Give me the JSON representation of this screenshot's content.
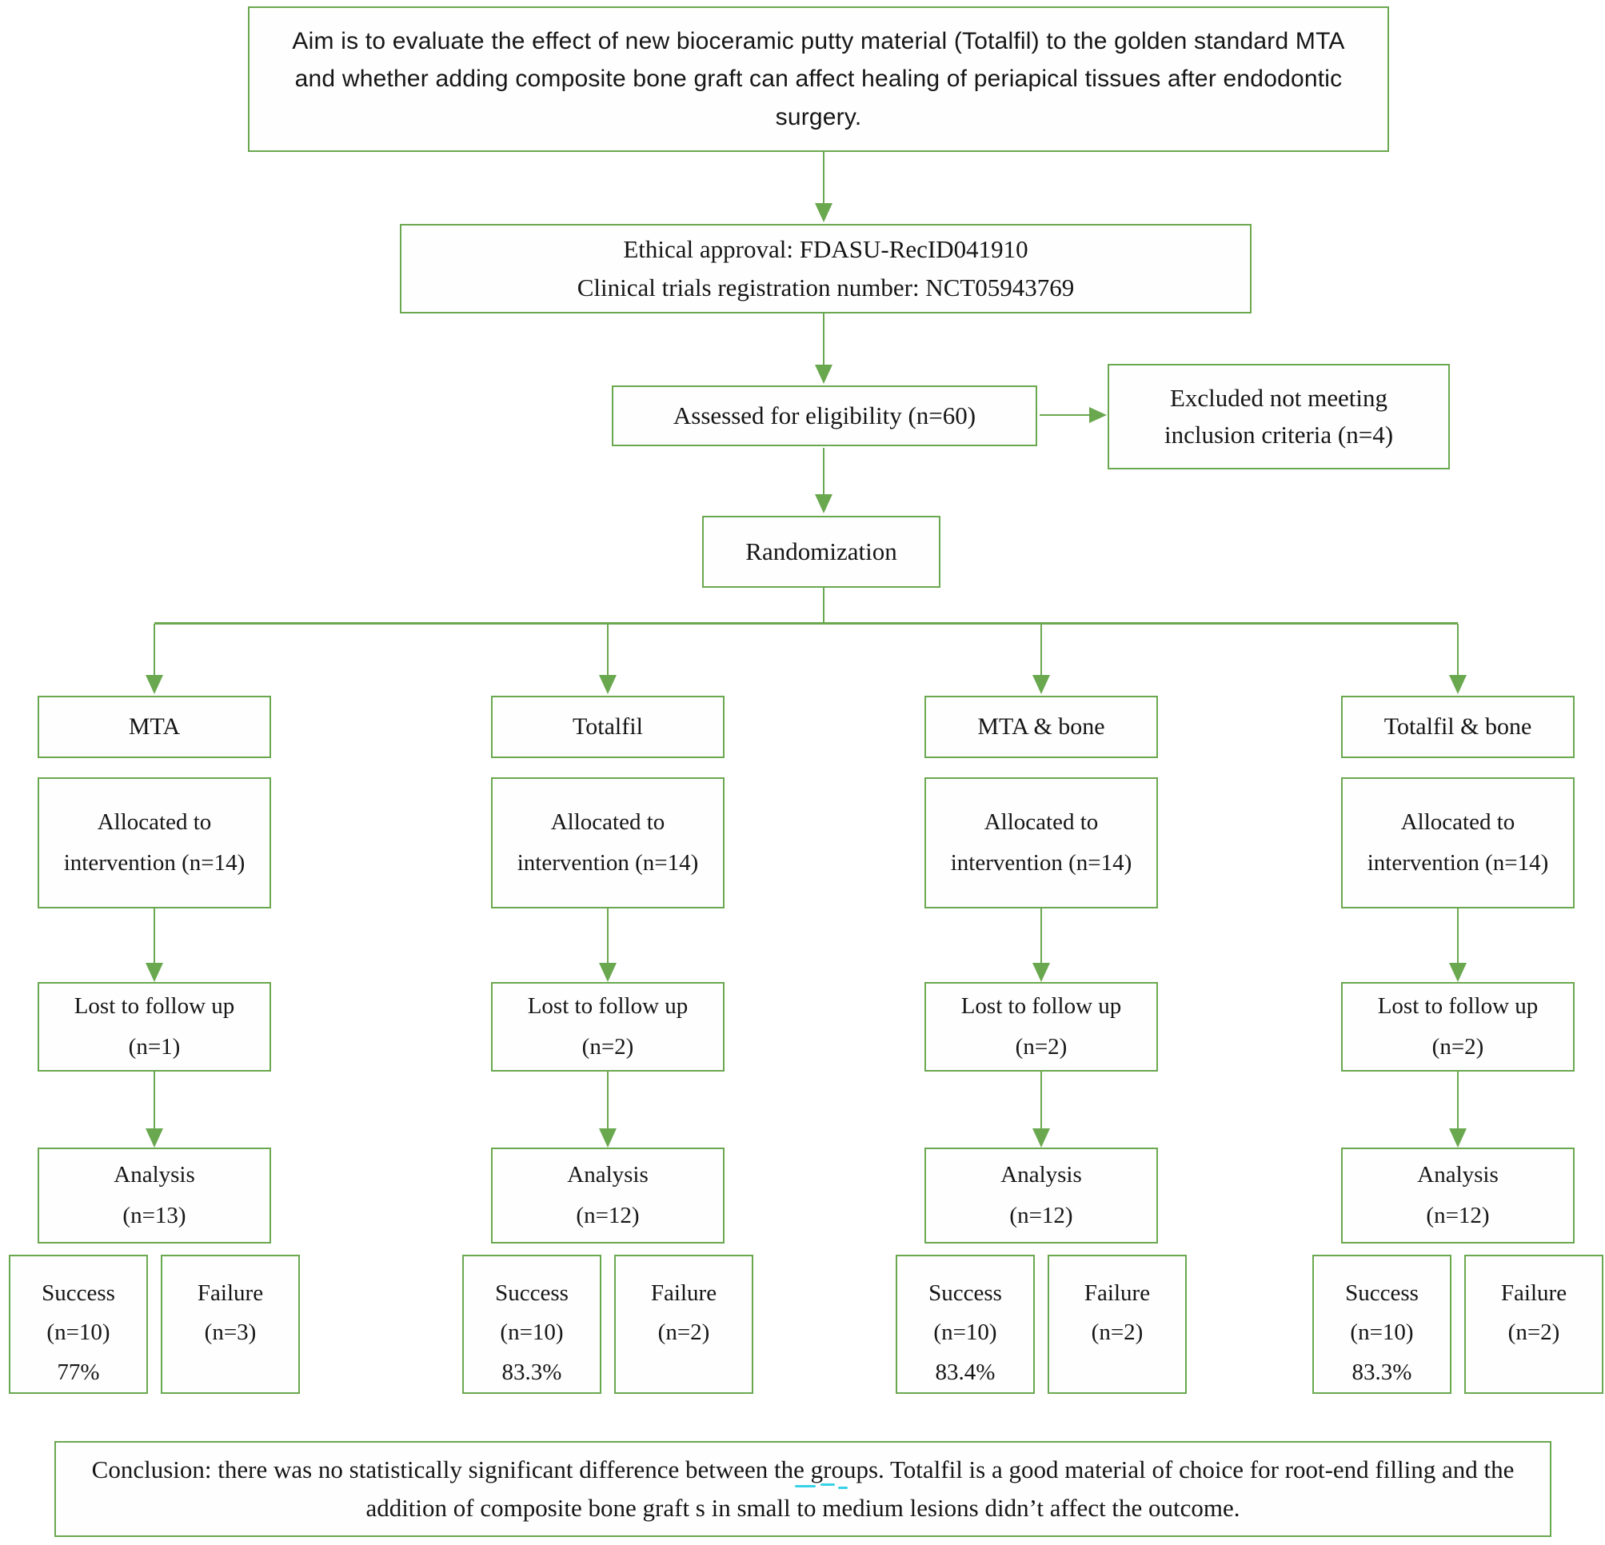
{
  "colors": {
    "accent_green": "#6aa84f",
    "text": "#161616",
    "annotation_artifact_cyan": "#38d2e6"
  },
  "aim_box": {
    "text": "Aim is to evaluate the effect of new bioceramic putty material (Totalfil) to the golden standard MTA and whether adding composite bone graft can affect healing of periapical tissues after endodontic surgery."
  },
  "ethics_box": {
    "line1": "Ethical approval: FDASU-RecID041910",
    "line2": "Clinical trials registration number: NCT05943769"
  },
  "eligibility_box": {
    "label": "Assessed for eligibility (n=60)"
  },
  "excluded_box": {
    "label": "Excluded not meeting inclusion criteria (n=4)"
  },
  "randomization_box": {
    "label": "Randomization"
  },
  "arms": [
    {
      "group": "MTA",
      "allocated": "Allocated to intervention (n=14)",
      "lost": "Lost to follow up (n=1)",
      "analysis_label": "Analysis",
      "analysis_n": "(n=13)",
      "success_label": "Success",
      "success_n": "(n=10)",
      "success_rate": "77%",
      "failure_label": "Failure",
      "failure_n": "(n=3)"
    },
    {
      "group": "Totalfil",
      "allocated": "Allocated to intervention (n=14)",
      "lost": "Lost to follow up (n=2)",
      "analysis_label": "Analysis",
      "analysis_n": "(n=12)",
      "success_label": "Success",
      "success_n": "(n=10)",
      "success_rate": "83.3%",
      "failure_label": "Failure",
      "failure_n": "(n=2)"
    },
    {
      "group": "MTA & bone",
      "allocated": "Allocated to intervention (n=14)",
      "lost": "Lost to follow up (n=2)",
      "analysis_label": "Analysis",
      "analysis_n": "(n=12)",
      "success_label": "Success",
      "success_n": "(n=10)",
      "success_rate": "83.4%",
      "failure_label": "Failure",
      "failure_n": "(n=2)"
    },
    {
      "group": "Totalfil & bone",
      "allocated": "Allocated to intervention (n=14)",
      "lost": "Lost to follow up (n=2)",
      "analysis_label": "Analysis",
      "analysis_n": "(n=12)",
      "success_label": "Success",
      "success_n": "(n=10)",
      "success_rate": "83.3%",
      "failure_label": "Failure",
      "failure_n": "(n=2)"
    }
  ],
  "conclusion_box": {
    "text": "Conclusion: there was no statistically significant difference between the groups. Totalfil is a good material of choice for root-end filling and the addition of composite bone graft s in small to medium lesions didn’t affect the outcome."
  }
}
